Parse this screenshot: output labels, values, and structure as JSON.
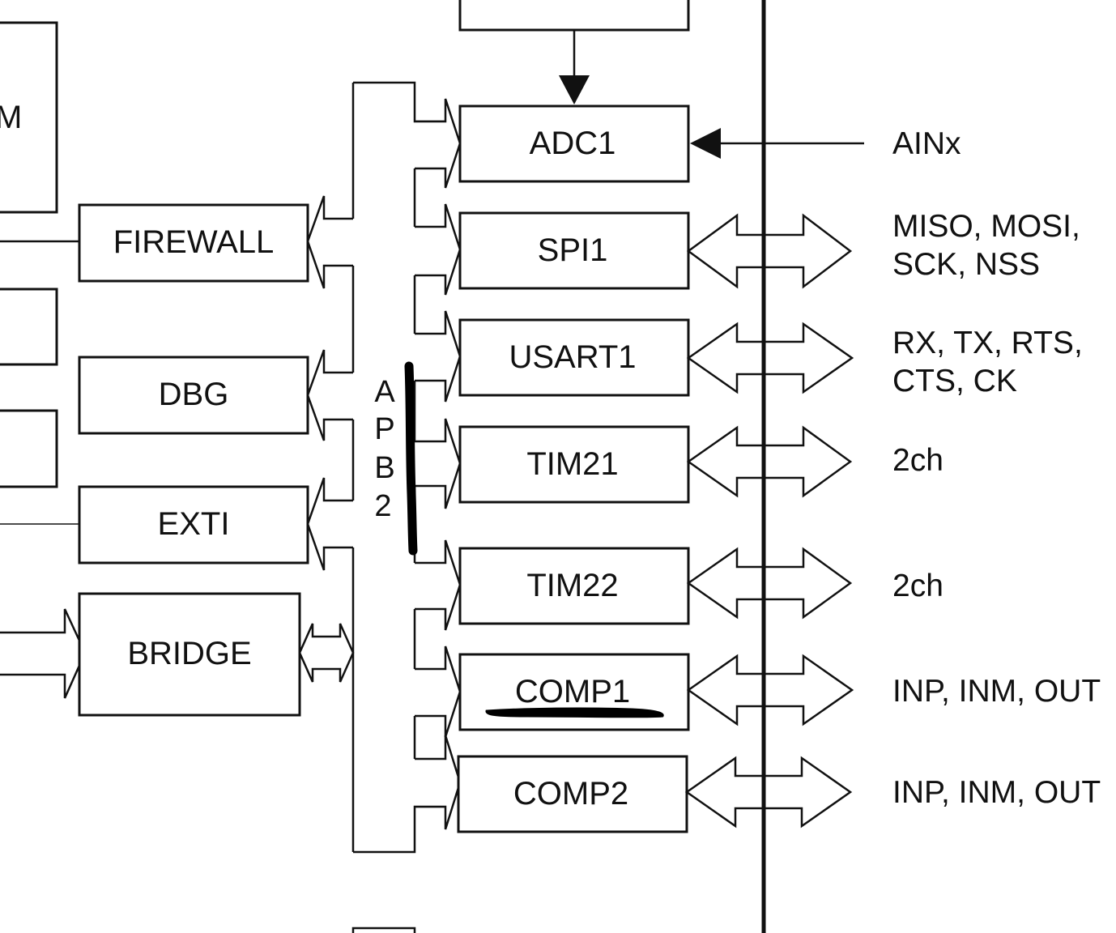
{
  "blocks": {
    "partial_left": "M",
    "firewall": "FIREWALL",
    "dbg": "DBG",
    "exti": "EXTI",
    "bridge": "BRIDGE",
    "adc1": "ADC1",
    "spi1": "SPI1",
    "usart1": "USART1",
    "tim21": "TIM21",
    "tim22": "TIM22",
    "comp1": "COMP1",
    "comp2": "COMP2"
  },
  "bus_label": [
    "A",
    "P",
    "B",
    "2"
  ],
  "pins": {
    "adc1": [
      "AINx"
    ],
    "spi1": [
      "MISO, MOSI,",
      "SCK, NSS"
    ],
    "usart1": [
      "RX, TX, RTS,",
      "CTS, CK"
    ],
    "tim21": [
      "2ch"
    ],
    "tim22": [
      "2ch"
    ],
    "comp1": [
      "INP, INM, OUT"
    ],
    "comp2": [
      "INP, INM, OUT"
    ]
  },
  "annotations": {
    "handwritten_marks": [
      "bus-highlight-stroke",
      "comp1-underline-stroke"
    ],
    "ink_color": "#000000"
  }
}
